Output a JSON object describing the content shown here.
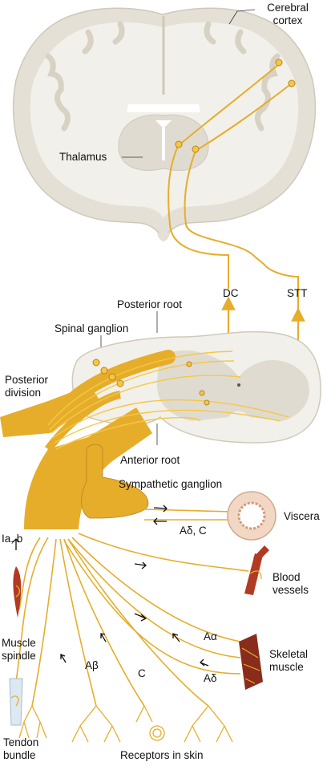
{
  "labels": {
    "cerebral_cortex_1": "Cerebral",
    "cerebral_cortex_2": "cortex",
    "thalamus": "Thalamus",
    "dc": "DC",
    "stt": "STT",
    "posterior_root": "Posterior root",
    "spinal_ganglion": "Spinal ganglion",
    "posterior_division_1": "Posterior",
    "posterior_division_2": "division",
    "anterior_root": "Anterior root",
    "sympathetic_ganglion": "Sympathetic ganglion",
    "viscera": "Viscera",
    "a_delta_c": "Aδ, C",
    "ia_b": "Ia, b",
    "blood_vessels_1": "Blood",
    "blood_vessels_2": "vessels",
    "a_alpha": "Aα",
    "skeletal_muscle_1": "Skeletal",
    "skeletal_muscle_2": "muscle",
    "a_delta": "Aδ",
    "muscle_spindle_1": "Muscle",
    "muscle_spindle_2": "spindle",
    "a_beta": "Aβ",
    "c": "C",
    "tendon_bundle_1": "Tendon",
    "tendon_bundle_2": "bundle",
    "receptors_in_skin": "Receptors in skin"
  },
  "colors": {
    "nerve": "#e6ad2b",
    "nerve_dark": "#b9821a",
    "nerve_light": "#f5c743",
    "brain_gray": "#e4e0d6",
    "brain_white": "#f2f0ea",
    "vessel": "#b03b22",
    "muscle": "#8a2c1c"
  }
}
